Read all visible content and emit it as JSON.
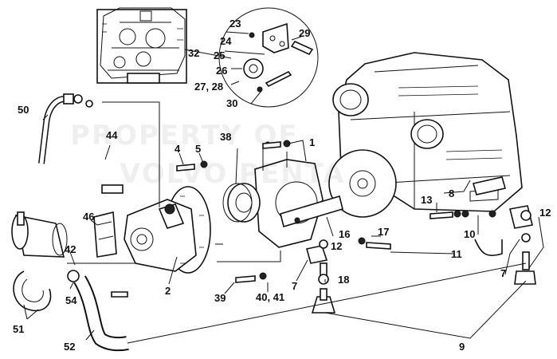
{
  "watermark": {
    "line1": "PROPERTY OF",
    "line2": "VOLVO PENTA"
  },
  "callouts": [
    "1",
    "2",
    "4",
    "5",
    "7",
    "7",
    "8",
    "9",
    "10",
    "11",
    "12",
    "12",
    "13",
    "16",
    "17",
    "18",
    "23",
    "24",
    "25",
    "26",
    "27, 28",
    "29",
    "30",
    "32",
    "38",
    "39",
    "40, 41",
    "42",
    "44",
    "46",
    "50",
    "51",
    "52",
    "54"
  ]
}
